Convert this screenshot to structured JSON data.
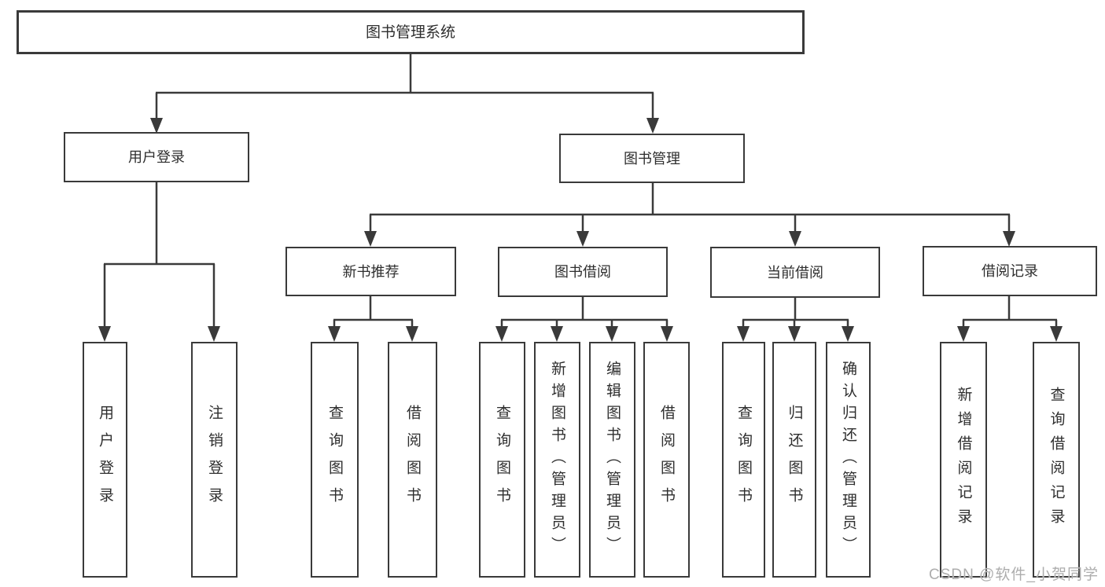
{
  "watermark": "CSDN @软件_小贺同学",
  "colors": {
    "line": "#3a3a3a",
    "text": "#2e2e2e",
    "watermark": "#adadad",
    "background": "#ffffff"
  },
  "tree": {
    "root": {
      "label": "图书管理系统"
    },
    "branches": [
      {
        "label": "用户登录",
        "children": [
          {
            "label": "用户登录"
          },
          {
            "label": "注销登录"
          }
        ]
      },
      {
        "label": "图书管理",
        "children": [
          {
            "label": "新书推荐",
            "children": [
              {
                "label": "查询图书"
              },
              {
                "label": "借阅图书"
              }
            ]
          },
          {
            "label": "图书借阅",
            "children": [
              {
                "label": "查询图书"
              },
              {
                "label": "新增图书（管理员）"
              },
              {
                "label": "编辑图书（管理员）"
              },
              {
                "label": "借阅图书"
              }
            ]
          },
          {
            "label": "当前借阅",
            "children": [
              {
                "label": "查询图书"
              },
              {
                "label": "归还图书"
              },
              {
                "label": "确认归还（管理员）"
              }
            ]
          },
          {
            "label": "借阅记录",
            "children": [
              {
                "label": "新增借阅记录"
              },
              {
                "label": "查询借阅记录"
              }
            ]
          }
        ]
      }
    ]
  }
}
